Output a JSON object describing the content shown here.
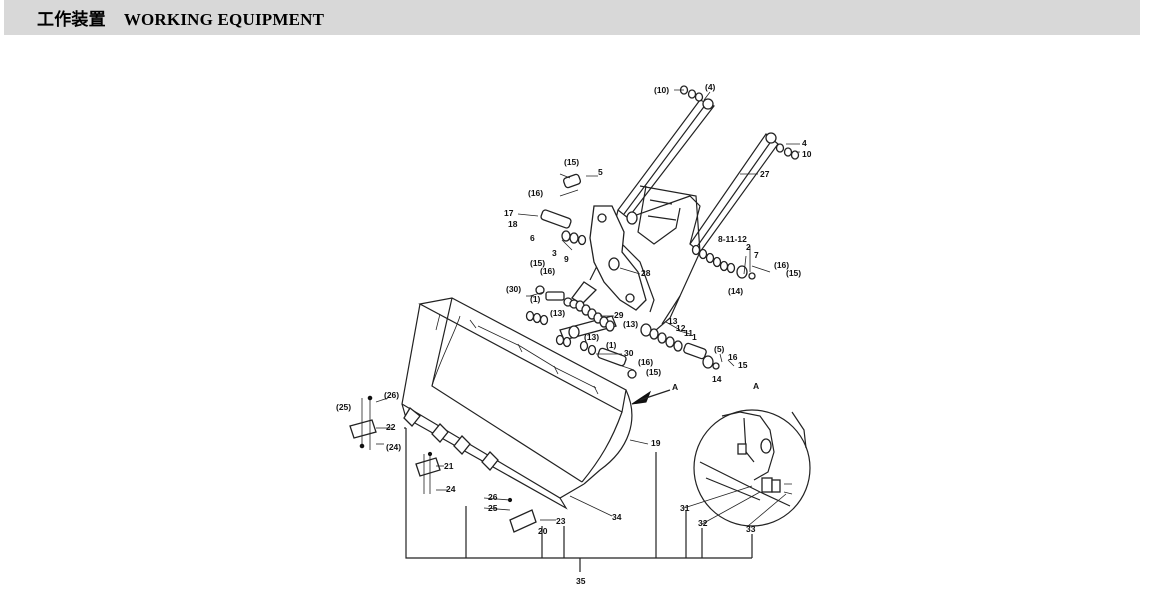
{
  "header": {
    "title_cn": "工作装置",
    "title_en": "WORKING EQUIPMENT"
  },
  "callouts": [
    "(10)",
    "(4)",
    "4",
    "10",
    "27",
    "(15)",
    "5",
    "(16)",
    "17",
    "18",
    "6",
    "3",
    "9",
    "28",
    "8-11-12",
    "2",
    "7",
    "(16)",
    "(15)",
    "(14)",
    "(15)",
    "(16)",
    "(30)",
    "(1)",
    "(13)",
    "29",
    "(13)",
    "(13)",
    "(1)",
    "30",
    "(16)",
    "(15)",
    "13",
    "12",
    "11",
    "1",
    "(5)",
    "16",
    "15",
    "14",
    "A",
    "(26)",
    "(25)",
    "22",
    "(24)",
    "19",
    "21",
    "24",
    "26",
    "25",
    "23",
    "20",
    "34",
    "A",
    "31",
    "32",
    "33",
    "35"
  ]
}
